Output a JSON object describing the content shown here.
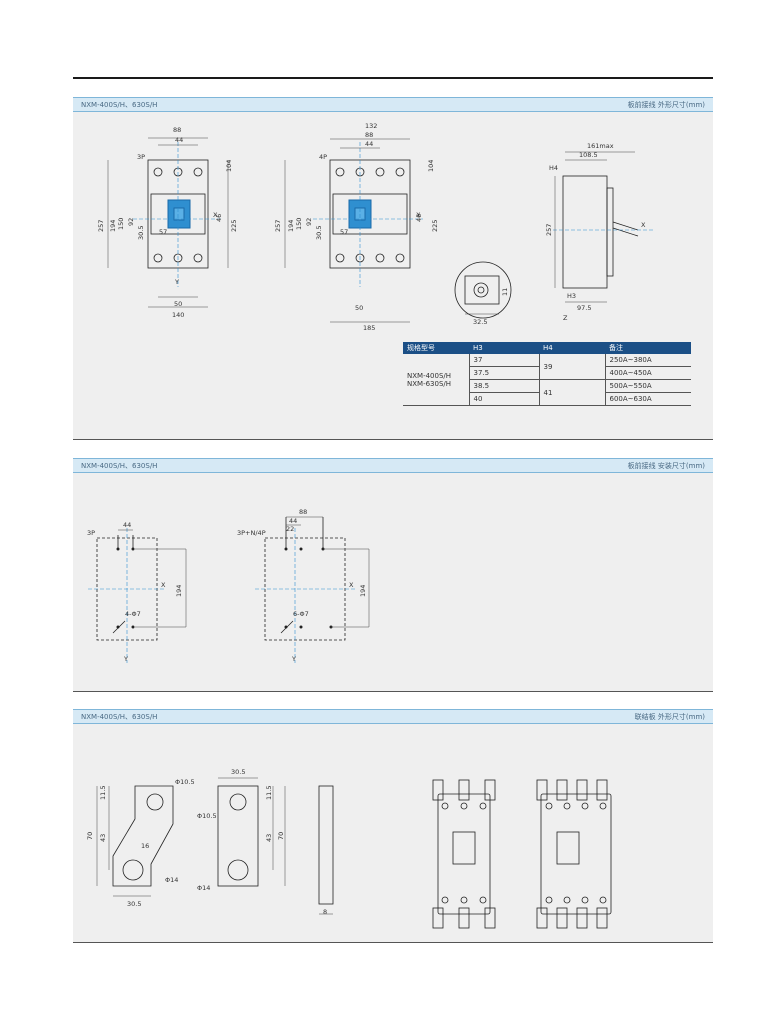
{
  "sections": [
    {
      "left": "NXM-400S/H、630S/H",
      "right": "板前接线 外形尺寸(mm)"
    },
    {
      "left": "NXM-400S/H、630S/H",
      "right": "板前接线 安装尺寸(mm)"
    },
    {
      "left": "NXM-400S/H、630S/H",
      "right": "联结板 外形尺寸(mm)"
    }
  ],
  "outline": {
    "p3": {
      "pole_label": "3P",
      "w_top": "88",
      "w_pitch": "44",
      "h_top": "104",
      "h_257": "257",
      "h_194": "194",
      "h_150": "150",
      "h_92": "92",
      "h_30_5": "30.5",
      "h_225": "225",
      "h_46": "46",
      "d_57": "57",
      "w_50": "50",
      "w_140": "140",
      "x": "X",
      "y": "Y"
    },
    "p4": {
      "pole_label": "4P",
      "w_132": "132",
      "w_88": "88",
      "w_44": "44",
      "h_top": "104",
      "h_257": "257",
      "h_194": "194",
      "h_150": "150",
      "h_92": "92",
      "h_30_5": "30.5",
      "h_225": "225",
      "h_46": "46",
      "d_57": "57",
      "w_50": "50",
      "w_185": "185",
      "x": "X"
    },
    "side": {
      "w_161": "161max",
      "w_108": "108.5",
      "h4": "H4",
      "h_257": "257",
      "h3": "H3",
      "w_97": "97.5",
      "x": "X",
      "z": "Z"
    },
    "detail": {
      "w_32": "32.5",
      "h_11": "11"
    }
  },
  "table": {
    "headers": [
      "规格型号",
      "H3",
      "H4",
      "备注"
    ],
    "model": [
      "NXM-400S/H",
      "NXM-630S/H"
    ],
    "h3": [
      "37",
      "37.5",
      "38.5",
      "40"
    ],
    "h4": [
      "39",
      "41"
    ],
    "notes": [
      "250A~380A",
      "400A~450A",
      "500A~550A",
      "600A~630A"
    ]
  },
  "mount": {
    "a": {
      "pole_label": "3P",
      "w_44": "44",
      "h_194": "194",
      "holes": "4-Φ7",
      "x": "X",
      "y": "Y"
    },
    "b": {
      "pole_label": "3P+N/4P",
      "w_88": "88",
      "w_44": "44",
      "w_22": "22",
      "h_194": "194",
      "holes": "6-Φ7",
      "x": "X",
      "y": "Y"
    }
  },
  "plates": {
    "a": {
      "h_70": "70",
      "h_43": "43",
      "h_11": "11.5",
      "d_105": "Φ10.5",
      "d_16": "16",
      "d_14": "Φ14",
      "w_30": "30.5"
    },
    "b": {
      "w_30": "30.5",
      "h_11": "11.5",
      "d_105": "Φ10.5",
      "h_43": "43",
      "h_70": "70",
      "d_14": "Φ14"
    },
    "c": {
      "w_8": "8"
    }
  },
  "colors": {
    "header_bg": "#d6e9f5",
    "table_header": "#1b4f86",
    "breaker_blue": "#2f8fd0"
  }
}
